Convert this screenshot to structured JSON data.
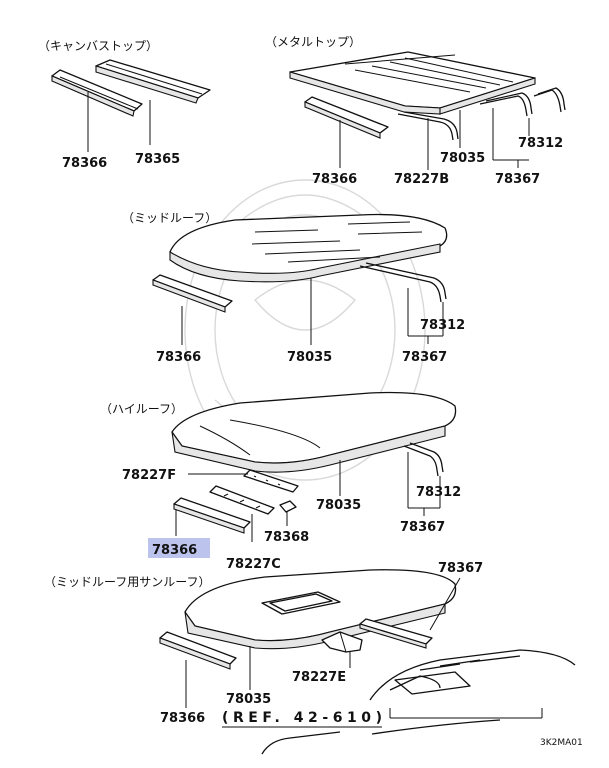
{
  "sections": {
    "canvas_top": "（キャンバストップ）",
    "metal_top": "（メタルトップ）",
    "mid_roof": "（ミッドルーフ）",
    "high_roof": "（ハイルーフ）",
    "mid_roof_sunroof": "（ミッドルーフ用サンルーフ）"
  },
  "parts": {
    "canvas_78366": "78366",
    "canvas_78365": "78365",
    "metal_78366": "78366",
    "metal_78227b": "78227B",
    "metal_78035": "78035",
    "metal_78312": "78312",
    "metal_78367": "78367",
    "mid_78366": "78366",
    "mid_78035": "78035",
    "mid_78312": "78312",
    "mid_78367": "78367",
    "high_78227f": "78227F",
    "high_78035": "78035",
    "high_78312": "78312",
    "high_78367": "78367",
    "high_78368": "78368",
    "high_78366": "78366",
    "high_78227c": "78227C",
    "sun_78367": "78367",
    "sun_78227e": "78227E",
    "sun_78035": "78035",
    "sun_78366": "78366"
  },
  "highlight": {
    "part": "78366",
    "color": "#bcc4ee"
  },
  "reference": "(REF. 42-610)",
  "diagram_code": "3K2MA01"
}
